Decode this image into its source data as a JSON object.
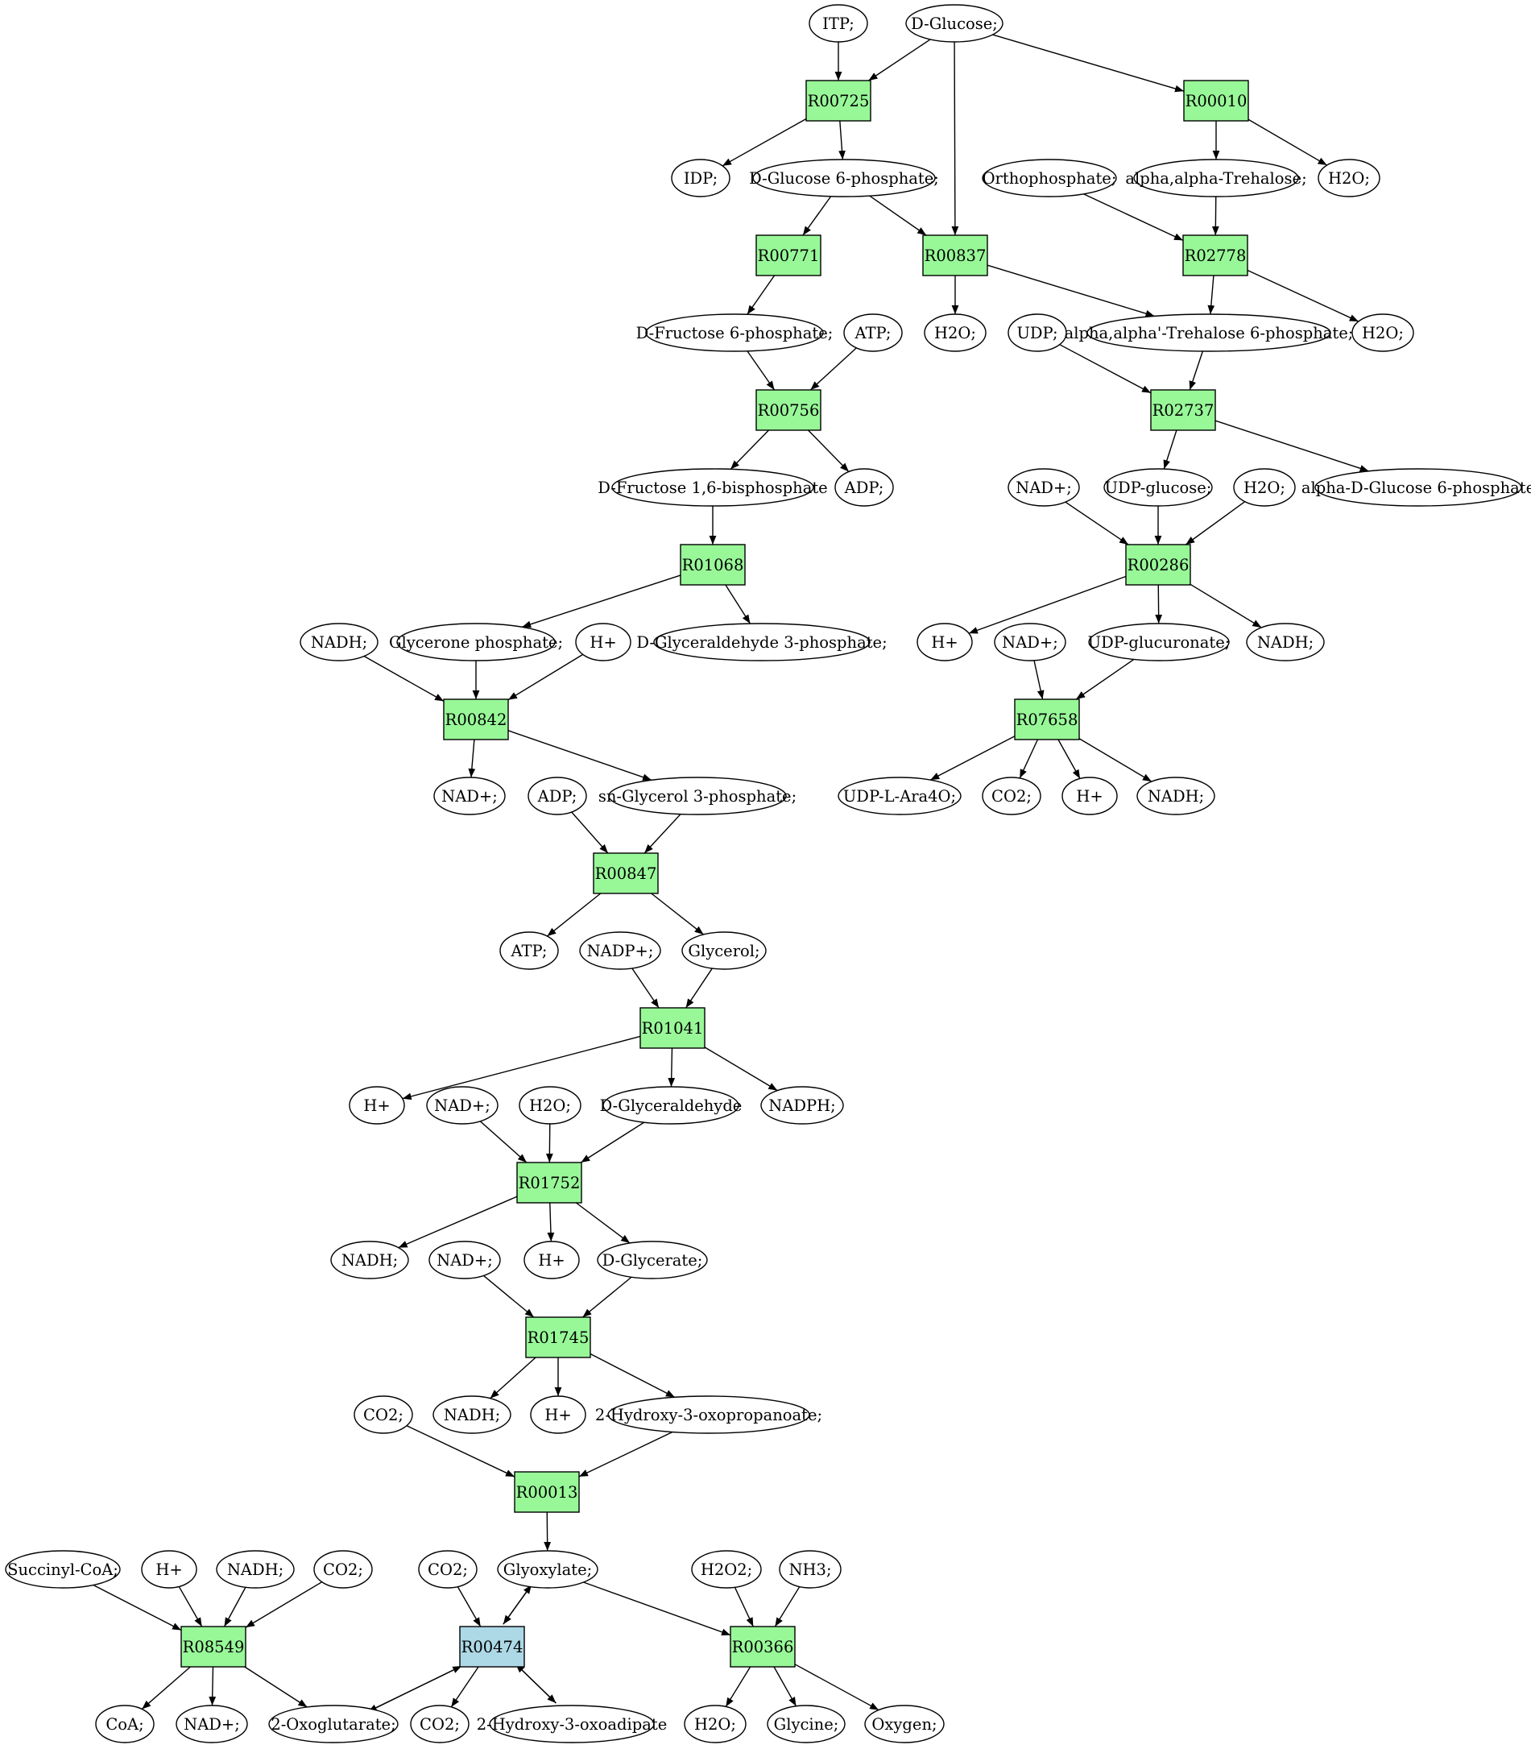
{
  "colors": {
    "reaction": "#98f898",
    "reaction_highlight": "#add8e6",
    "start": "#00ee00",
    "target": "#ffff00",
    "compound": "#ffffff"
  },
  "nodes": [
    {
      "id": "ITP",
      "label": "ITP;",
      "shape": "ellipse"
    },
    {
      "id": "DGlc",
      "label": "D-Glucose;",
      "shape": "ellipse",
      "role": "start"
    },
    {
      "id": "R00725",
      "label": "R00725",
      "shape": "box"
    },
    {
      "id": "R00010",
      "label": "R00010",
      "shape": "box"
    },
    {
      "id": "IDP",
      "label": "IDP;",
      "shape": "ellipse"
    },
    {
      "id": "G6P",
      "label": "D-Glucose 6-phosphate;",
      "shape": "ellipse"
    },
    {
      "id": "Ortho",
      "label": "Orthophosphate;",
      "shape": "ellipse"
    },
    {
      "id": "Treh",
      "label": "alpha,alpha-Trehalose;",
      "shape": "ellipse"
    },
    {
      "id": "H2O_a",
      "label": "H2O;",
      "shape": "ellipse"
    },
    {
      "id": "R00771",
      "label": "R00771",
      "shape": "box"
    },
    {
      "id": "R00837",
      "label": "R00837",
      "shape": "box"
    },
    {
      "id": "R02778",
      "label": "R02778",
      "shape": "box"
    },
    {
      "id": "F6P",
      "label": "D-Fructose 6-phosphate;",
      "shape": "ellipse"
    },
    {
      "id": "ATP_a",
      "label": "ATP;",
      "shape": "ellipse"
    },
    {
      "id": "H2O_b",
      "label": "H2O;",
      "shape": "ellipse"
    },
    {
      "id": "UDP",
      "label": "UDP;",
      "shape": "ellipse"
    },
    {
      "id": "T6P",
      "label": "alpha,alpha'-Trehalose 6-phosphate;",
      "shape": "ellipse"
    },
    {
      "id": "H2O_c",
      "label": "H2O;",
      "shape": "ellipse"
    },
    {
      "id": "R00756",
      "label": "R00756",
      "shape": "box"
    },
    {
      "id": "R02737",
      "label": "R02737",
      "shape": "box"
    },
    {
      "id": "F16BP",
      "label": "D-Fructose 1,6-bisphosphate",
      "shape": "ellipse"
    },
    {
      "id": "ADP_a",
      "label": "ADP;",
      "shape": "ellipse"
    },
    {
      "id": "NADp_a",
      "label": "NAD+;",
      "shape": "ellipse"
    },
    {
      "id": "UDPG",
      "label": "UDP-glucose;",
      "shape": "ellipse"
    },
    {
      "id": "H2O_d",
      "label": "H2O;",
      "shape": "ellipse"
    },
    {
      "id": "aG6P",
      "label": "alpha-D-Glucose 6-phosphate",
      "shape": "ellipse"
    },
    {
      "id": "R01068",
      "label": "R01068",
      "shape": "box"
    },
    {
      "id": "R00286",
      "label": "R00286",
      "shape": "box"
    },
    {
      "id": "NADH_a",
      "label": "NADH;",
      "shape": "ellipse"
    },
    {
      "id": "GP",
      "label": "Glycerone phosphate;",
      "shape": "ellipse"
    },
    {
      "id": "Hp_a",
      "label": "H+",
      "shape": "ellipse"
    },
    {
      "id": "GA3P",
      "label": "D-Glyceraldehyde 3-phosphate;",
      "shape": "ellipse"
    },
    {
      "id": "Hp_b",
      "label": "H+",
      "shape": "ellipse"
    },
    {
      "id": "NADp_b",
      "label": "NAD+;",
      "shape": "ellipse"
    },
    {
      "id": "UDPGA",
      "label": "UDP-glucuronate;",
      "shape": "ellipse"
    },
    {
      "id": "NADH_b",
      "label": "NADH;",
      "shape": "ellipse"
    },
    {
      "id": "R00842",
      "label": "R00842",
      "shape": "box"
    },
    {
      "id": "R07658",
      "label": "R07658",
      "shape": "box"
    },
    {
      "id": "NADp_c",
      "label": "NAD+;",
      "shape": "ellipse"
    },
    {
      "id": "ADP_b",
      "label": "ADP;",
      "shape": "ellipse"
    },
    {
      "id": "G3P",
      "label": "sn-Glycerol 3-phosphate;",
      "shape": "ellipse"
    },
    {
      "id": "UDPAra",
      "label": "UDP-L-Ara4O;",
      "shape": "ellipse"
    },
    {
      "id": "CO2_a",
      "label": "CO2;",
      "shape": "ellipse"
    },
    {
      "id": "Hp_c",
      "label": "H+",
      "shape": "ellipse"
    },
    {
      "id": "NADH_c",
      "label": "NADH;",
      "shape": "ellipse"
    },
    {
      "id": "R00847",
      "label": "R00847",
      "shape": "box"
    },
    {
      "id": "ATP_b",
      "label": "ATP;",
      "shape": "ellipse"
    },
    {
      "id": "NADPp",
      "label": "NADP+;",
      "shape": "ellipse"
    },
    {
      "id": "Glyc",
      "label": "Glycerol;",
      "shape": "ellipse"
    },
    {
      "id": "R01041",
      "label": "R01041",
      "shape": "box"
    },
    {
      "id": "Hp_d",
      "label": "H+",
      "shape": "ellipse"
    },
    {
      "id": "NADp_d",
      "label": "NAD+;",
      "shape": "ellipse"
    },
    {
      "id": "H2O_e",
      "label": "H2O;",
      "shape": "ellipse"
    },
    {
      "id": "DGA",
      "label": "D-Glyceraldehyde",
      "shape": "ellipse"
    },
    {
      "id": "NADPH",
      "label": "NADPH;",
      "shape": "ellipse"
    },
    {
      "id": "R01752",
      "label": "R01752",
      "shape": "box"
    },
    {
      "id": "NADH_d",
      "label": "NADH;",
      "shape": "ellipse"
    },
    {
      "id": "NADp_e",
      "label": "NAD+;",
      "shape": "ellipse"
    },
    {
      "id": "Hp_e",
      "label": "H+",
      "shape": "ellipse"
    },
    {
      "id": "DGlyc",
      "label": "D-Glycerate;",
      "shape": "ellipse"
    },
    {
      "id": "R01745",
      "label": "R01745",
      "shape": "box"
    },
    {
      "id": "CO2_b",
      "label": "CO2;",
      "shape": "ellipse"
    },
    {
      "id": "NADH_e",
      "label": "NADH;",
      "shape": "ellipse"
    },
    {
      "id": "Hp_f",
      "label": "H+",
      "shape": "ellipse"
    },
    {
      "id": "HOP",
      "label": "2-Hydroxy-3-oxopropanoate;",
      "shape": "ellipse"
    },
    {
      "id": "R00013",
      "label": "R00013",
      "shape": "box"
    },
    {
      "id": "SucCoA",
      "label": "Succinyl-CoA;",
      "shape": "ellipse"
    },
    {
      "id": "Hp_g",
      "label": "H+",
      "shape": "ellipse"
    },
    {
      "id": "NADH_f",
      "label": "NADH;",
      "shape": "ellipse"
    },
    {
      "id": "CO2_c",
      "label": "CO2;",
      "shape": "ellipse"
    },
    {
      "id": "CO2_d",
      "label": "CO2;",
      "shape": "ellipse"
    },
    {
      "id": "Glyox",
      "label": "Glyoxylate;",
      "shape": "ellipse"
    },
    {
      "id": "H2O2",
      "label": "H2O2;",
      "shape": "ellipse"
    },
    {
      "id": "NH3",
      "label": "NH3;",
      "shape": "ellipse"
    },
    {
      "id": "R08549",
      "label": "R08549",
      "shape": "box"
    },
    {
      "id": "R00474",
      "label": "R00474",
      "shape": "box",
      "role": "highlight"
    },
    {
      "id": "R00366",
      "label": "R00366",
      "shape": "box"
    },
    {
      "id": "CoA",
      "label": "CoA;",
      "shape": "ellipse"
    },
    {
      "id": "NADp_f",
      "label": "NAD+;",
      "shape": "ellipse"
    },
    {
      "id": "OG",
      "label": "2-Oxoglutarate;",
      "shape": "ellipse"
    },
    {
      "id": "CO2_e",
      "label": "CO2;",
      "shape": "ellipse"
    },
    {
      "id": "HOA",
      "label": "2-Hydroxy-3-oxoadipate",
      "shape": "ellipse"
    },
    {
      "id": "H2O_f",
      "label": "H2O;",
      "shape": "ellipse"
    },
    {
      "id": "Gly",
      "label": "Glycine;",
      "shape": "ellipse",
      "role": "target"
    },
    {
      "id": "O2",
      "label": "Oxygen;",
      "shape": "ellipse"
    }
  ],
  "edges": [
    [
      "ITP",
      "R00725"
    ],
    [
      "DGlc",
      "R00725"
    ],
    [
      "DGlc",
      "R00837"
    ],
    [
      "DGlc",
      "R00010"
    ],
    [
      "R00725",
      "IDP"
    ],
    [
      "R00725",
      "G6P"
    ],
    [
      "R00010",
      "Treh"
    ],
    [
      "R00010",
      "H2O_a"
    ],
    [
      "G6P",
      "R00771"
    ],
    [
      "G6P",
      "R00837"
    ],
    [
      "Ortho",
      "R02778"
    ],
    [
      "Treh",
      "R02778"
    ],
    [
      "R00771",
      "F6P"
    ],
    [
      "R00837",
      "H2O_b"
    ],
    [
      "R00837",
      "T6P"
    ],
    [
      "R02778",
      "T6P"
    ],
    [
      "R02778",
      "H2O_c"
    ],
    [
      "F6P",
      "R00756"
    ],
    [
      "ATP_a",
      "R00756"
    ],
    [
      "UDP",
      "R02737"
    ],
    [
      "T6P",
      "R02737"
    ],
    [
      "R00756",
      "F16BP"
    ],
    [
      "R00756",
      "ADP_a"
    ],
    [
      "R02737",
      "UDPG"
    ],
    [
      "R02737",
      "aG6P"
    ],
    [
      "F16BP",
      "R01068"
    ],
    [
      "NADp_a",
      "R00286"
    ],
    [
      "UDPG",
      "R00286"
    ],
    [
      "H2O_d",
      "R00286"
    ],
    [
      "R01068",
      "GP"
    ],
    [
      "R01068",
      "GA3P"
    ],
    [
      "R00286",
      "Hp_b"
    ],
    [
      "R00286",
      "UDPGA"
    ],
    [
      "R00286",
      "NADH_b"
    ],
    [
      "NADH_a",
      "R00842"
    ],
    [
      "GP",
      "R00842"
    ],
    [
      "Hp_a",
      "R00842"
    ],
    [
      "NADp_b",
      "R07658"
    ],
    [
      "UDPGA",
      "R07658"
    ],
    [
      "R00842",
      "NADp_c"
    ],
    [
      "R00842",
      "G3P"
    ],
    [
      "R07658",
      "UDPAra"
    ],
    [
      "R07658",
      "CO2_a"
    ],
    [
      "R07658",
      "Hp_c"
    ],
    [
      "R07658",
      "NADH_c"
    ],
    [
      "ADP_b",
      "R00847"
    ],
    [
      "G3P",
      "R00847"
    ],
    [
      "R00847",
      "ATP_b"
    ],
    [
      "R00847",
      "Glyc"
    ],
    [
      "NADPp",
      "R01041"
    ],
    [
      "Glyc",
      "R01041"
    ],
    [
      "R01041",
      "Hp_d"
    ],
    [
      "R01041",
      "DGA"
    ],
    [
      "R01041",
      "NADPH"
    ],
    [
      "NADp_d",
      "R01752"
    ],
    [
      "H2O_e",
      "R01752"
    ],
    [
      "DGA",
      "R01752"
    ],
    [
      "R01752",
      "NADH_d"
    ],
    [
      "R01752",
      "Hp_e"
    ],
    [
      "R01752",
      "DGlyc"
    ],
    [
      "NADp_e",
      "R01745"
    ],
    [
      "DGlyc",
      "R01745"
    ],
    [
      "R01745",
      "NADH_e"
    ],
    [
      "R01745",
      "Hp_f"
    ],
    [
      "R01745",
      "HOP"
    ],
    [
      "CO2_b",
      "R00013"
    ],
    [
      "HOP",
      "R00013"
    ],
    [
      "R00013",
      "Glyox"
    ],
    [
      "SucCoA",
      "R08549"
    ],
    [
      "Hp_g",
      "R08549"
    ],
    [
      "NADH_f",
      "R08549"
    ],
    [
      "CO2_c",
      "R08549"
    ],
    [
      "CO2_d",
      "R00474"
    ],
    [
      "Glyox",
      "R00474"
    ],
    [
      "R00474",
      "Glyox"
    ],
    [
      "Glyox",
      "R00366"
    ],
    [
      "H2O2",
      "R00366"
    ],
    [
      "NH3",
      "R00366"
    ],
    [
      "R08549",
      "CoA"
    ],
    [
      "R08549",
      "NADp_f"
    ],
    [
      "R08549",
      "OG"
    ],
    [
      "OG",
      "R00474"
    ],
    [
      "R00474",
      "OG"
    ],
    [
      "R00474",
      "CO2_e"
    ],
    [
      "R00474",
      "HOA"
    ],
    [
      "HOA",
      "R00474"
    ],
    [
      "R00366",
      "H2O_f"
    ],
    [
      "R00366",
      "Gly"
    ],
    [
      "R00366",
      "O2"
    ]
  ]
}
